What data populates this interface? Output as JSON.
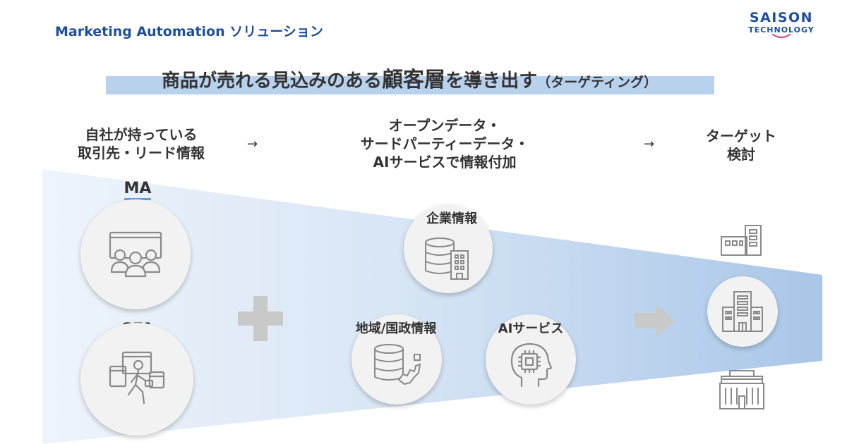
{
  "header": {
    "section_title": "Marketing Automation ソリューション",
    "logo_line1": "SAISON",
    "logo_line2": "TECHNOLOGY",
    "brand_color": "#1d4f9c"
  },
  "headline": {
    "part1": "商品が売れる見込みのある",
    "part2": "顧客層",
    "part3": "を導き出す",
    "part4": "（ターゲティング）"
  },
  "steps": {
    "step1_line1": "自社が持っている",
    "step1_line2": "取引先・リード情報",
    "arrow1": "→",
    "step2_line1": "オープンデータ・",
    "step2_line2": "サードパーティーデータ・",
    "step2_line3": "AIサービスで情報付加",
    "arrow2": "→",
    "step3_line1": "ターゲット",
    "step3_line2": "検討"
  },
  "nodes": {
    "ma": "MA",
    "sfa": "SFA",
    "corporate_info": "企業情報",
    "regional_info": "地域/国政情報",
    "ai_service": "AIサービス"
  },
  "icons": {
    "ma": "meeting-people-icon",
    "sfa": "sales-person-icon",
    "corporate": "database-building-icon",
    "regional": "database-map-icon",
    "ai": "ai-head-chip-icon",
    "plus": "plus-icon",
    "next": "right-arrow-icon",
    "target_top": "office-building-icon",
    "target_mid": "office-tower-icon",
    "target_bottom": "factory-building-icon"
  },
  "colors": {
    "funnel_light": "#eef4fb",
    "funnel_mid": "#c9dbf0",
    "funnel_dark": "#a9c6e8",
    "accent_underline": "#6b9fd9",
    "icon_gray": "#8a8a8a",
    "shape_gray": "#c9c9c9"
  }
}
